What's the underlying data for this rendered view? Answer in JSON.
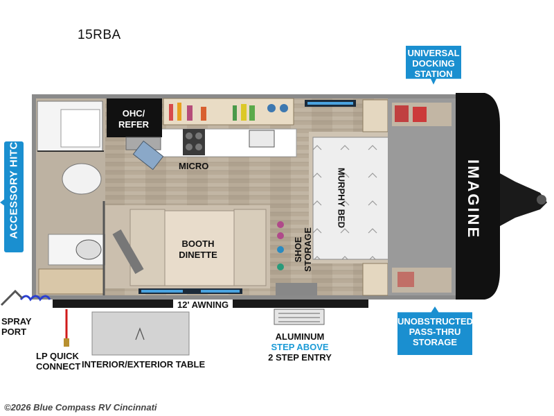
{
  "model_name": "15RBA",
  "callouts": {
    "universal_docking": "UNIVERSAL DOCKING STATION",
    "unobstructed_storage": "UNOBSTRUCTED PASS-THRU STORAGE",
    "accessory_hitch": "ACCESSORY HITCH"
  },
  "room_labels": {
    "ohc_refer": "OHC/ REFER",
    "micro": "MICRO",
    "booth_dinette": "BOOTH DINETTE",
    "murphy_bed": "MURPHY BED",
    "shoe_storage": "SHOE STORAGE",
    "awning": "12' AWNING"
  },
  "exterior_labels": {
    "spray_port": "SPRAY PORT",
    "lp_quick_connect": "LP QUICK CONNECT",
    "interior_exterior_table": "INTERIOR/EXTERIOR TABLE",
    "aluminum_step_line1": "ALUMINUM",
    "aluminum_step_line2": "STEP ABOVE",
    "aluminum_step_line3": "2 STEP ENTRY"
  },
  "brand": "IMAGINE",
  "watermark": "©2026 Blue Compass RV Cincinnati",
  "colors": {
    "callout_blue": "#1a8fd0",
    "callout_blue_light": "#1a9ad6",
    "floor": "#b9ac9a",
    "wall": "#8a8a8a",
    "front_cap": "#111111",
    "bed": "#e6e6e6",
    "cushion": "#d8cdbb",
    "hose_blue": "#2a3fd0",
    "lp_red": "#d01a1a"
  },
  "icons": {
    "sink": "sink-icon",
    "toilet": "toilet-icon",
    "stove": "stove-icon",
    "jack": "tongue-jack-icon"
  }
}
